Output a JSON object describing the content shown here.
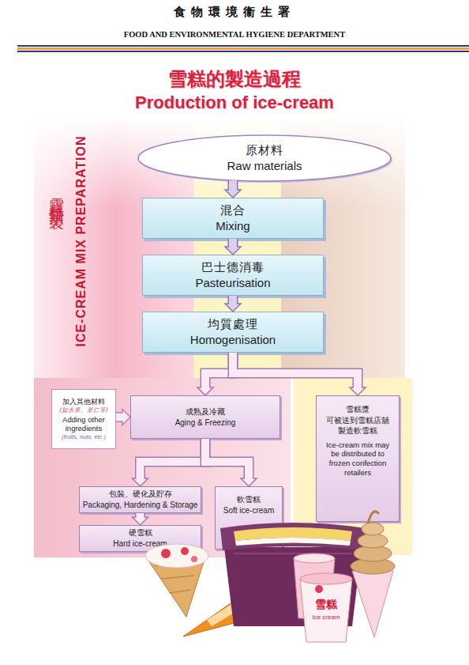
{
  "diagram": {
    "title": "雪糕的製造過程",
    "nodes": [
      {
        "text": [
          "原材料",
          "Raw materials"
        ]
      },
      {
        "text": [
          "混合",
          "Mixing"
        ]
      },
      {
        "text": [
          "巴士德消毒",
          "Pasteurisation"
        ]
      },
      {
        "text": [
          "均質處理",
          "Homogenisation"
        ]
      },
      {
        "text": [
          "加入其他材料",
          "(如水果、果仁等)",
          "Adding other ingredients",
          "(fruits, nuts, etc.)"
        ]
      },
      {
        "text": [
          "成熟及冷藏",
          "Aging & Freezing"
        ]
      },
      {
        "text": [
          "雪糕漿 可被送到雪糕店舖 製造軟雪糕",
          "Ice-cream mix may be distributed to frozen confection retailers"
        ]
      },
      {
        "text": [
          "包裝、硬化及貯存",
          "Packaging, Hardening & Storage"
        ]
      },
      {
        "text": [
          "軟雪糕",
          "Soft ice-cream"
        ]
      },
      {
        "text": [
          "硬雪糕",
          "Hard ice-cream"
        ]
      }
    ],
    "edges": [
      {
        "from": 0,
        "to": 1,
        "arrow": "to"
      },
      {
        "from": 1,
        "to": 2,
        "arrow": "to"
      },
      {
        "from": 2,
        "to": 3,
        "arrow": "to"
      },
      {
        "from": 3,
        "to": 5,
        "arrow": "to"
      },
      {
        "from": 3,
        "to": 6,
        "arrow": "to"
      },
      {
        "from": 4,
        "to": 5,
        "arrow": "to"
      },
      {
        "from": 5,
        "to": 7,
        "arrow": "to"
      },
      {
        "from": 5,
        "to": 8,
        "arrow": "to"
      },
      {
        "from": 7,
        "to": 9,
        "arrow": "to"
      }
    ],
    "labels": [
      "食物環境衞生署",
      "FOOD AND ENVIRONMENTAL HYGIENE DEPARTMENT",
      "Production of ice-cream",
      "雪糕漿預製",
      "ICE-CREAM MIX PREPARATION",
      "雪糕",
      "Ice cream"
    ]
  }
}
